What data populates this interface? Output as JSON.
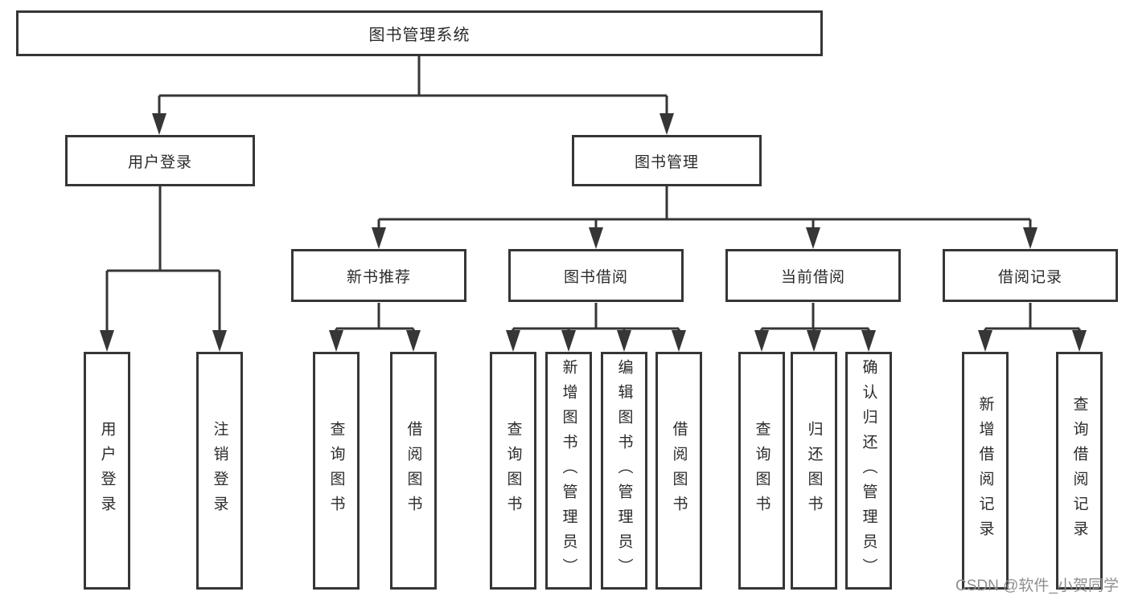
{
  "diagram": {
    "title_node": "图书管理系统",
    "nodes": {
      "root": "图书管理系统",
      "level2": [
        "用户登录",
        "图书管理"
      ],
      "level3": [
        "新书推荐",
        "图书借阅",
        "当前借阅",
        "借阅记录"
      ],
      "leaves_user_login": [
        "用户登录",
        "注销登录"
      ],
      "leaves_new_book": [
        "查询图书",
        "借阅图书"
      ],
      "leaves_borrow": [
        "查询图书",
        "新增图书（管理员）",
        "编辑图书（管理员）",
        "借阅图书"
      ],
      "leaves_current": [
        "查询图书",
        "归还图书",
        "确认归还（管理员）"
      ],
      "leaves_record": [
        "新增借阅记录",
        "查询借阅记录"
      ]
    },
    "colors": {
      "line": "#363636",
      "text": "#2b2b2b",
      "background": "#ffffff",
      "watermark": "#8f8f8f"
    }
  },
  "watermark": {
    "text": "CSDN @软件_小贺同学"
  }
}
